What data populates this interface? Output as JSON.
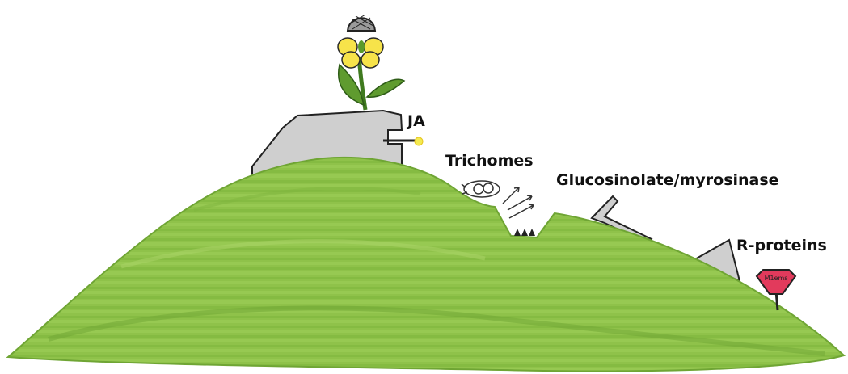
{
  "labels": {
    "ja": "JA",
    "trichomes": "Trichomes",
    "glucosinolate": "Glucosinolate/myrosinase",
    "r_proteins": "R-proteins"
  },
  "sign": {
    "text": "M1ems"
  },
  "colors": {
    "hill_green": "#8fc24a",
    "hill_dark": "#6fa534",
    "bunker_gray": "#cfcfcf",
    "flower_yellow": "#f7e34a",
    "leaf_green": "#5f9b2f",
    "sign_red": "#e23a5c",
    "outline": "#222222"
  }
}
